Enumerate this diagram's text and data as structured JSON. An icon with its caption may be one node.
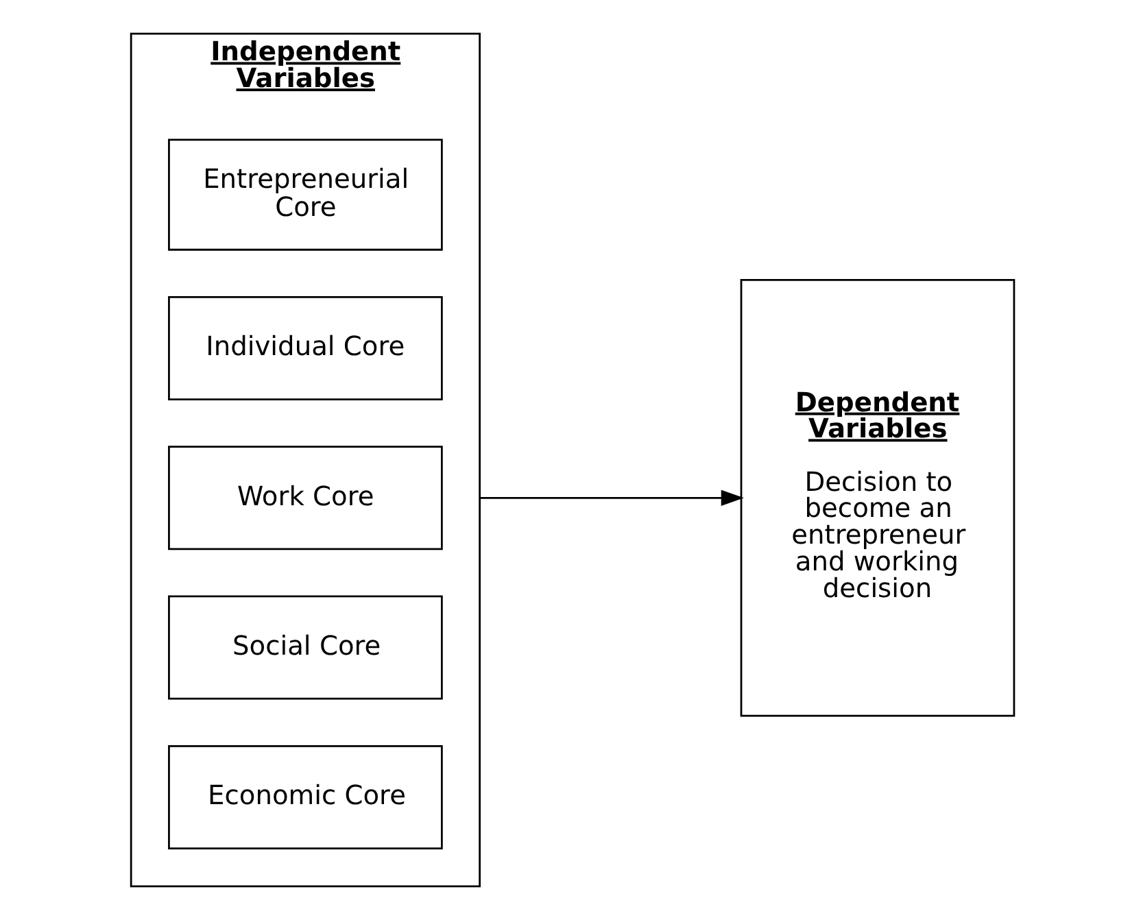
{
  "diagram": {
    "nodes": [
      {
        "text": [
          "Independent Variables"
        ]
      },
      {
        "text": [
          "Economic Core"
        ],
        "in": 0
      },
      {
        "text": [
          "Social Core"
        ],
        "in": 0
      },
      {
        "text": [
          "Work Core"
        ],
        "in": 0
      },
      {
        "text": [
          "Individual Core"
        ],
        "in": 0
      },
      {
        "text": [
          "Entrepreneurial Core"
        ],
        "in": 0
      },
      {
        "text": [
          "Dependent Variables",
          "Decision to become an entrepreneur and working decision"
        ]
      }
    ],
    "edges": [
      {
        "from": 0,
        "to": 6,
        "arrow": "to"
      }
    ]
  }
}
